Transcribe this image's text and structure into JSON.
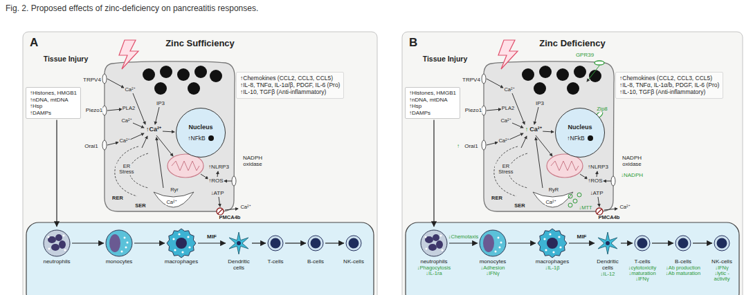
{
  "diagram": {
    "caption": "Fig. 2. Proposed effects of zinc-deficiency on pancreatitis responses.",
    "nodes": [
      {
        "text": [
          "A",
          "Zinc Sufficiency"
        ]
      },
      {
        "text": [
          "↑Histones, HMGB1",
          "↑nDNA, mtDNA",
          "↑Hsp",
          "↑DAMPs"
        ],
        "in": 0
      },
      {
        "text": [
          "↑Chemokines (CCL2, CCL3, CCL5)",
          "↑IL-8, TNFα, IL-1α/β, PDGF, IL-6 (Pro)",
          "↑IL-10, TGFβ (Anti-inflammatory)"
        ],
        "in": 0
      },
      {
        "text": [
          "Nucleus",
          "↑NFkB"
        ],
        "in": 0
      },
      {
        "text": [
          "neutrophils"
        ],
        "in": 0
      },
      {
        "text": [
          "monocytes"
        ],
        "in": 0
      },
      {
        "text": [
          "macrophages"
        ],
        "in": 0
      },
      {
        "text": [
          "Dendritic cells"
        ],
        "in": 0
      },
      {
        "text": [
          "T-cells"
        ],
        "in": 0
      },
      {
        "text": [
          "B-cells"
        ],
        "in": 0
      },
      {
        "text": [
          "NK-cells"
        ],
        "in": 0
      },
      {
        "text": [
          "B",
          "Zinc Deficiency"
        ]
      },
      {
        "text": [
          "↑Histones, HMGB1",
          "↑nDNA, mtDNA",
          "↑Hsp",
          "↑DAMPs"
        ],
        "in": 11
      },
      {
        "text": [
          "↑Chemokines (CCL2, CCL3, CCL5)",
          "↑IL-8, TNFα, IL-1α/b, PDGF, IL-6 (Pro)",
          "↑IL-10, TGFβ (Anti-inflammatory)"
        ],
        "in": 11
      },
      {
        "text": [
          "Nucleus",
          "↑NFkB"
        ],
        "in": 11
      },
      {
        "text": [
          "neutrophils",
          "↓Phagocytosis",
          "↓IL-1ra"
        ],
        "in": 11
      },
      {
        "text": [
          "monocytes",
          "↓Adhesion",
          "↓IFNγ"
        ],
        "in": 11
      },
      {
        "text": [
          "macrophages",
          "↓IL-1β"
        ],
        "in": 11
      },
      {
        "text": [
          "Dendritic cells",
          "↓IL-12"
        ],
        "in": 11
      },
      {
        "text": [
          "T-cells",
          "↓cytotoxicity",
          "↓maturation",
          "↓IFNγ"
        ],
        "in": 11
      },
      {
        "text": [
          "B-cells",
          "↓Ab production",
          "↓Ab maturation"
        ],
        "in": 11
      },
      {
        "text": [
          "NK-cells",
          "↓IFNγ",
          "↓lytic - activity"
        ],
        "in": 11
      }
    ],
    "edges": [
      {
        "from": 1,
        "to": 4,
        "arrow": "to"
      },
      {
        "from": 4,
        "to": 5,
        "arrow": "to"
      },
      {
        "from": 5,
        "to": 6,
        "arrow": "to"
      },
      {
        "from": 6,
        "to": 7,
        "label": "MIF",
        "arrow": "to"
      },
      {
        "from": 7,
        "to": 8,
        "arrow": "to"
      },
      {
        "from": 8,
        "to": 9,
        "arrow": "to"
      },
      {
        "from": 9,
        "to": 10,
        "arrow": "to"
      },
      {
        "from": 12,
        "to": 15,
        "arrow": "to"
      },
      {
        "from": 15,
        "to": 16,
        "label": "↓Chemotaxis",
        "arrow": "to"
      },
      {
        "from": 16,
        "to": 17,
        "arrow": "to"
      },
      {
        "from": 17,
        "to": 18,
        "label": "MIF",
        "arrow": "to"
      },
      {
        "from": 18,
        "to": 19,
        "arrow": "to"
      },
      {
        "from": 19,
        "to": 20,
        "arrow": "to"
      },
      {
        "from": 20,
        "to": 21,
        "arrow": "to"
      }
    ],
    "labels": [
      "Tissue Injury",
      "TRPV4",
      "Ca²⁺",
      "IP3",
      "PLA2",
      "Piezo1",
      "Ca²⁺",
      "↑Ca²⁺",
      "Orai1",
      "Ca²⁺",
      "ER Stress",
      "RER",
      "Ryr",
      "Ca²⁺",
      "SER",
      "↑NLRP3",
      "↑ROS",
      "↓ATP",
      "NADPH oxidase",
      "Ca²⁺",
      "PMCA4b",
      "Tissue Injury",
      "GPR39",
      "TRPV4",
      "Ca²⁺",
      "IP3",
      "PLA2",
      "Piezo1",
      "Ca²⁺",
      "↑",
      "Ca²⁺",
      "Zip8",
      "↑",
      "Orai1",
      "Ca²⁺",
      "ER Stress",
      "RER",
      "RyR",
      "Ca²⁺",
      "SER",
      "↑NLRP3",
      "↑ROS",
      "↓ATP",
      "↓MTT",
      "NADPH oxidase",
      "↓NADPH",
      "Ca²⁺",
      "PMCA4b"
    ]
  }
}
